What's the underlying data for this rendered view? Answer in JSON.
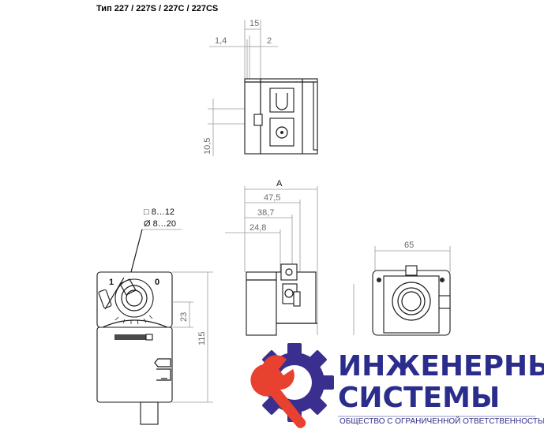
{
  "title": "Тип 227 / 227S / 227C / 227CS",
  "top_view": {
    "dims": {
      "width_total": "15",
      "left_offset": "1,4",
      "right_offset": "2",
      "height": "10,5"
    }
  },
  "front_view": {
    "shaft_square": "□ 8…12",
    "shaft_round": "Ø 8…20",
    "scale_left": "1",
    "scale_right": "0",
    "dim_upper": "23",
    "dim_total": "115"
  },
  "side_view": {
    "dim_a": "A",
    "dim_47": "47,5",
    "dim_38": "38,7",
    "dim_24": "24,8"
  },
  "rear_view": {
    "dim_width": "65"
  },
  "logo": {
    "line1": "ИНЖЕНЕРНЫЕ",
    "line2": "СИСТЕМЫ",
    "subtitle": "ОБЩЕСТВО С ОГРАНИЧЕННОЙ ОТВЕТСТВЕННОСТЬЮ",
    "colors": {
      "primary": "#2b2d8c",
      "gear": "#3a2f8f",
      "wrench": "#e8412f"
    }
  }
}
